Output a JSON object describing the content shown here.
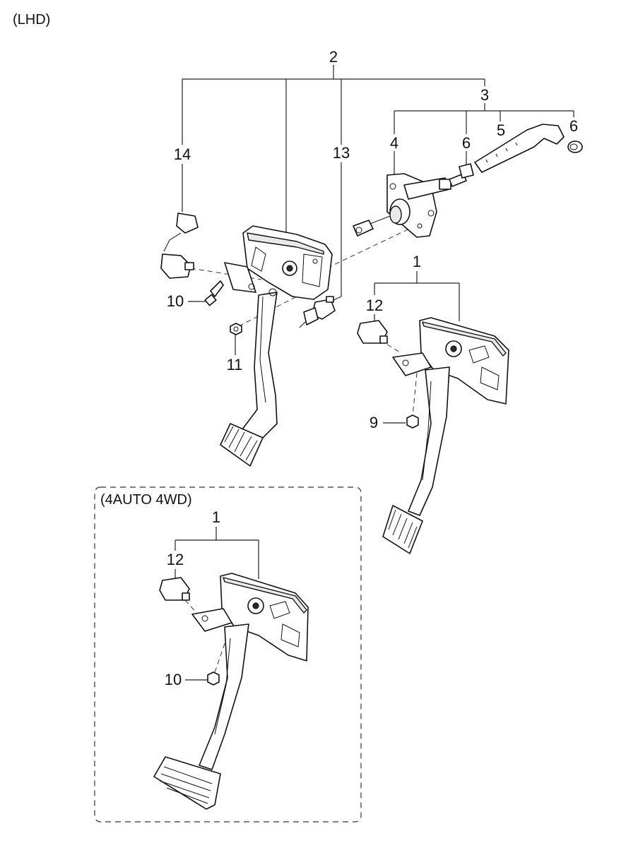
{
  "header": {
    "drive_side": "(LHD)"
  },
  "inset": {
    "title": "(4AUTO 4WD)"
  },
  "callouts": {
    "main_left_assembly": "2",
    "master_cylinder_group": "3",
    "master_cylinder": "4",
    "hose": "5",
    "clamp_left": "6",
    "clamp_right": "6",
    "sensor_switch": "14",
    "switch_13": "13",
    "bolt_10_left": "10",
    "nut_11": "11",
    "brake_pedal_assembly": "1",
    "stop_switch_12": "12",
    "nut_9": "9",
    "inset_pedal_assembly": "1",
    "inset_stop_switch_12": "12",
    "inset_nut_10": "10"
  }
}
